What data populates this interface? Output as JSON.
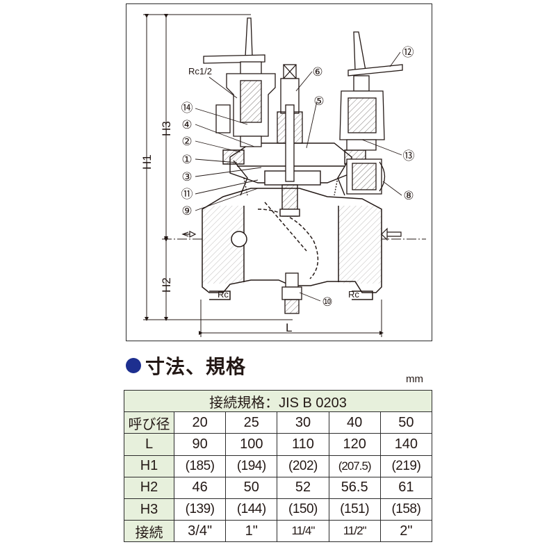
{
  "drawing": {
    "dimension_labels": {
      "H1": "H1",
      "H2": "H2",
      "H3": "H3",
      "L": "L"
    },
    "port_labels": {
      "top_port": "Rc1/2",
      "left_port": "Rc",
      "right_port": "Rc"
    },
    "part_numbers": [
      "①",
      "②",
      "③",
      "④",
      "⑤",
      "⑥",
      "⑧",
      "⑨",
      "⑩",
      "⑪",
      "⑫",
      "⑬",
      "⑭"
    ]
  },
  "section": {
    "title": "寸法、規格",
    "unit": "mm"
  },
  "table": {
    "caption": "接続規格：JIS B 0203",
    "rows": [
      {
        "label": "呼び径",
        "values": [
          "20",
          "25",
          "30",
          "40",
          "50"
        ]
      },
      {
        "label": "L",
        "values": [
          "90",
          "100",
          "110",
          "120",
          "140"
        ]
      },
      {
        "label": "H1",
        "values": [
          "(185)",
          "(194)",
          "(202)",
          "(207.5)",
          "(219)"
        ]
      },
      {
        "label": "H2",
        "values": [
          "46",
          "50",
          "52",
          "56.5",
          "61"
        ]
      },
      {
        "label": "H3",
        "values": [
          "(139)",
          "(144)",
          "(150)",
          "(151)",
          "(158)"
        ]
      },
      {
        "label": "接続",
        "values": [
          "3/4\"",
          "1\"",
          "11/4\"",
          "11/2\"",
          "2\""
        ]
      }
    ]
  },
  "colors": {
    "accent_bullet": "#1d2f8f",
    "table_header_bg": "#e7f0dc",
    "line": "#231815"
  }
}
